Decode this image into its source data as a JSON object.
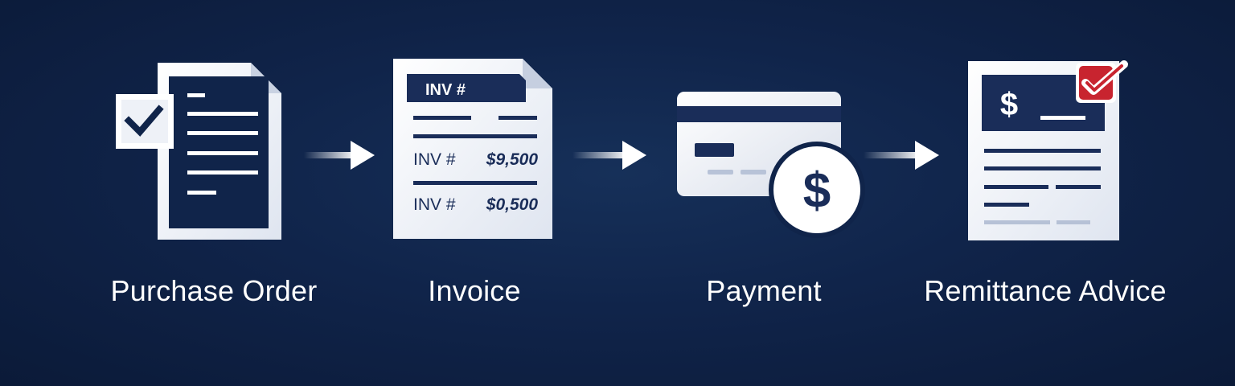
{
  "steps": [
    {
      "label": "Purchase Order",
      "icon": "purchase-order-document-icon"
    },
    {
      "label": "Invoice",
      "icon": "invoice-document-icon"
    },
    {
      "label": "Payment",
      "icon": "credit-card-payment-icon"
    },
    {
      "label": "Remittance Advice",
      "icon": "remittance-advice-document-icon"
    }
  ],
  "invoice": {
    "header": "INV #",
    "rows": [
      {
        "ref": "INV #",
        "amount": "$9,500"
      },
      {
        "ref": "INV #",
        "amount": "$0,500"
      }
    ]
  },
  "payment": {
    "coin_symbol": "$"
  },
  "remittance": {
    "currency_symbol": "$"
  },
  "colors": {
    "background": "#10244a",
    "paper": "#f4f6fb",
    "navy": "#1a2d59",
    "accent_red": "#c8242f",
    "arrow": "#ffffff"
  }
}
